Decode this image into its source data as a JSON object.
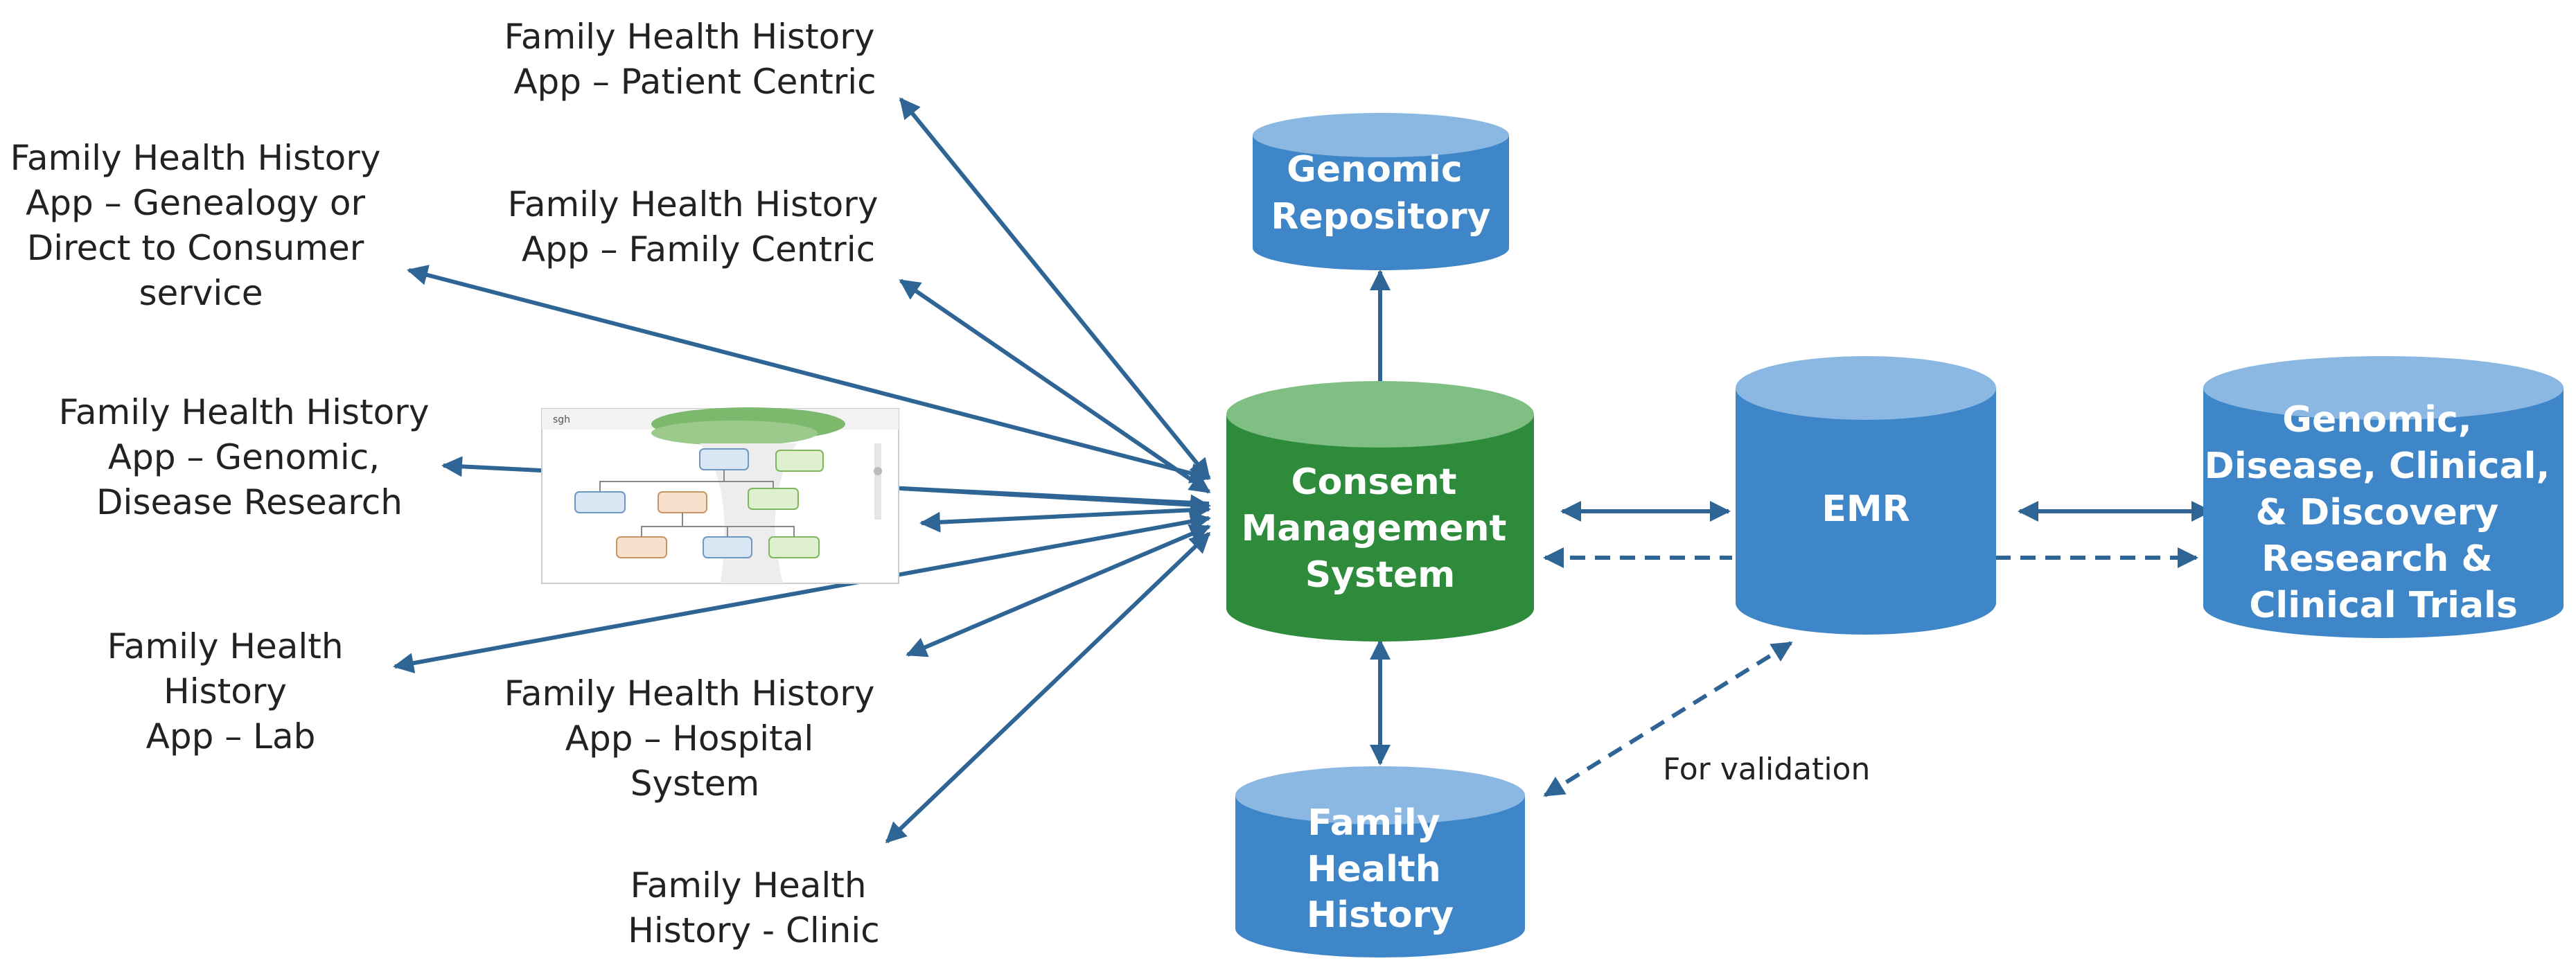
{
  "app_labels": {
    "patient_centric": [
      "Family Health History",
      "App – Patient Centric"
    ],
    "genealogy": [
      "Family Health History",
      "App – Genealogy or",
      "Direct to Consumer",
      "service"
    ],
    "family_centric": [
      "Family Health History",
      "App – Family Centric"
    ],
    "genomic_research": [
      "Family Health History",
      "App – Genomic,",
      "Disease Research"
    ],
    "lab": [
      "Family Health",
      "History",
      "App – Lab"
    ],
    "hospital": [
      "Family Health History",
      "App – Hospital",
      "System"
    ],
    "clinic": [
      "Family Health",
      "History - Clinic"
    ]
  },
  "databases": {
    "genomic_repository": [
      "Genomic",
      "Repository"
    ],
    "consent": [
      "Consent",
      "Management",
      "System"
    ],
    "emr": [
      "EMR"
    ],
    "fhh": [
      "Family",
      "Health",
      "History"
    ],
    "research": [
      "Genomic,",
      "Disease, Clinical,",
      "& Discovery",
      "Research &",
      "Clinical Trials"
    ]
  },
  "validation_label": "For validation",
  "colors": {
    "blue_db": "#3f86c9",
    "blue_db_top": "#8ab8e3",
    "green_db": "#2f8b3c",
    "green_db_top": "#7fbf84",
    "arrow": "#2e6595"
  }
}
